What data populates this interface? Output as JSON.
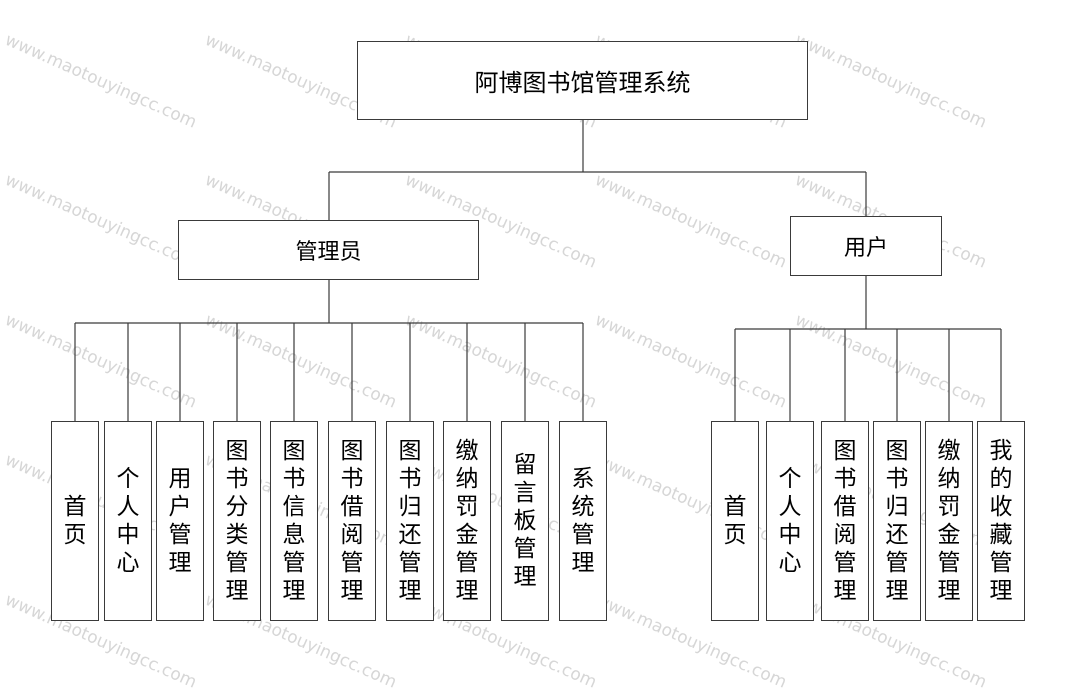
{
  "watermark": "www.maotouyingcc.com",
  "root": {
    "label": "阿博图书馆管理系统"
  },
  "roles": [
    {
      "label": "管理员",
      "modules": [
        "首页",
        "个人中心",
        "用户管理",
        "图书分类管理",
        "图书信息管理",
        "图书借阅管理",
        "图书归还管理",
        "缴纳罚金管理",
        "留言板管理",
        "系统管理"
      ]
    },
    {
      "label": "用户",
      "modules": [
        "首页",
        "个人中心",
        "图书借阅管理",
        "图书归还管理",
        "缴纳罚金管理",
        "我的收藏管理"
      ]
    }
  ],
  "colors": {
    "line": "#3a3a3a",
    "watermark": "#cfcfcf"
  }
}
